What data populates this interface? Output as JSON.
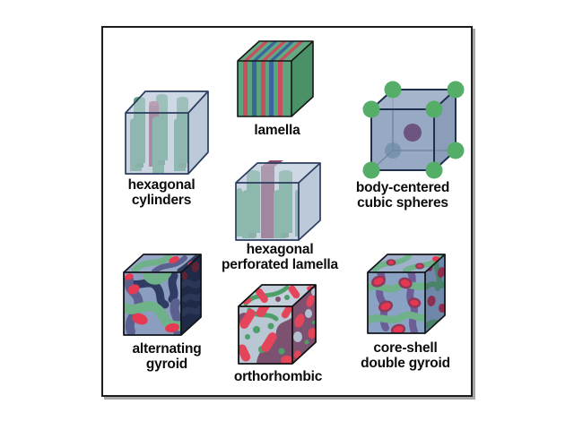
{
  "figure": {
    "kind": "morphology diagram",
    "background": "#ffffff",
    "frame_border_color": "#1d1d1d",
    "frame_shadow_color": "#a8a8a8"
  },
  "palette": {
    "minority_green": "#57a07e",
    "stripe_red": "#c6505f",
    "stripe_blue": "#39679b",
    "bright_red": "#e73750",
    "maroon": "#7d3f60",
    "sphere_purple": "#6a4d7b",
    "sphere_green": "#55ae67",
    "glass_blue": "#c2cfdd",
    "cube_blue": "#8a9dbb",
    "gyroid_base_blue": "#8c9ec0",
    "edge_navy": "#2b3c5f",
    "edge_black": "#141414",
    "label_color": "#0c0c0c"
  },
  "morphologies": [
    {
      "id": "hexagonal-cylinders",
      "label": "hexagonal\ncylinders"
    },
    {
      "id": "lamella",
      "label": "lamella"
    },
    {
      "id": "body-centered-cubic-spheres",
      "label": "body-centered\ncubic spheres"
    },
    {
      "id": "hexagonal-perforated-lamella",
      "label": "hexagonal\nperforated lamella"
    },
    {
      "id": "alternating-gyroid",
      "label": "alternating\ngyroid"
    },
    {
      "id": "orthorhombic",
      "label": "orthorhombic"
    },
    {
      "id": "core-shell-double-gyroid",
      "label": "core-shell\ndouble gyroid"
    }
  ]
}
